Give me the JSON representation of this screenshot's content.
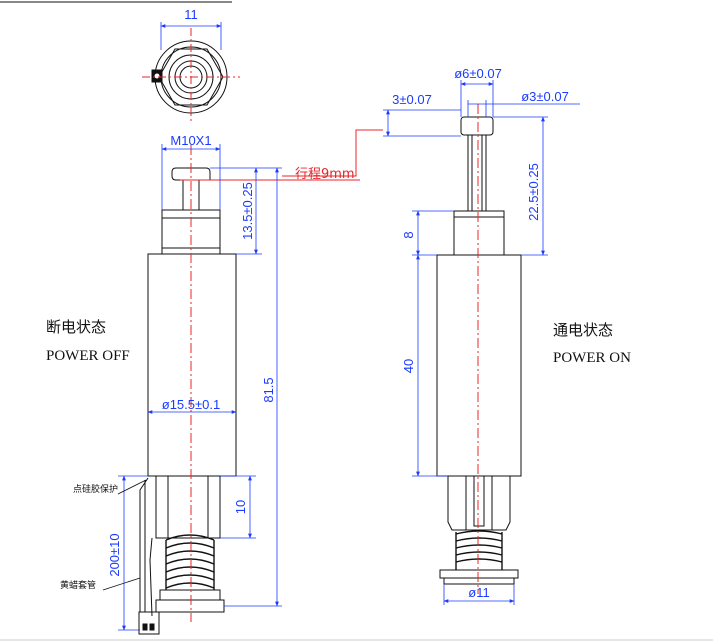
{
  "colors": {
    "dimension": "#1a3bff",
    "centerline": "#e8252a",
    "outline": "#111111"
  },
  "dims": {
    "top_width": "11",
    "thread": "M10X1",
    "stroke": "行程9mm",
    "shaft_len_off": "13.5±0.25",
    "body_dia": "ø15.5±0.1",
    "total_len": "81.5",
    "tail_len": "10",
    "lead_len": "200±10",
    "head_dia": "ø6±0.07",
    "head_h": "3±0.07",
    "shaft_dia": "ø3±0.07",
    "shaft_len_on": "22.5±0.25",
    "nut_h": "8",
    "body_len": "40",
    "spring_dia": "ø11"
  },
  "labels": {
    "off_cn": "断电状态",
    "off_en": "POWER OFF",
    "on_cn": "通电状态",
    "on_en": "POWER ON",
    "silicone": "点硅胶保护",
    "sleeve": "黄蜡套管"
  }
}
